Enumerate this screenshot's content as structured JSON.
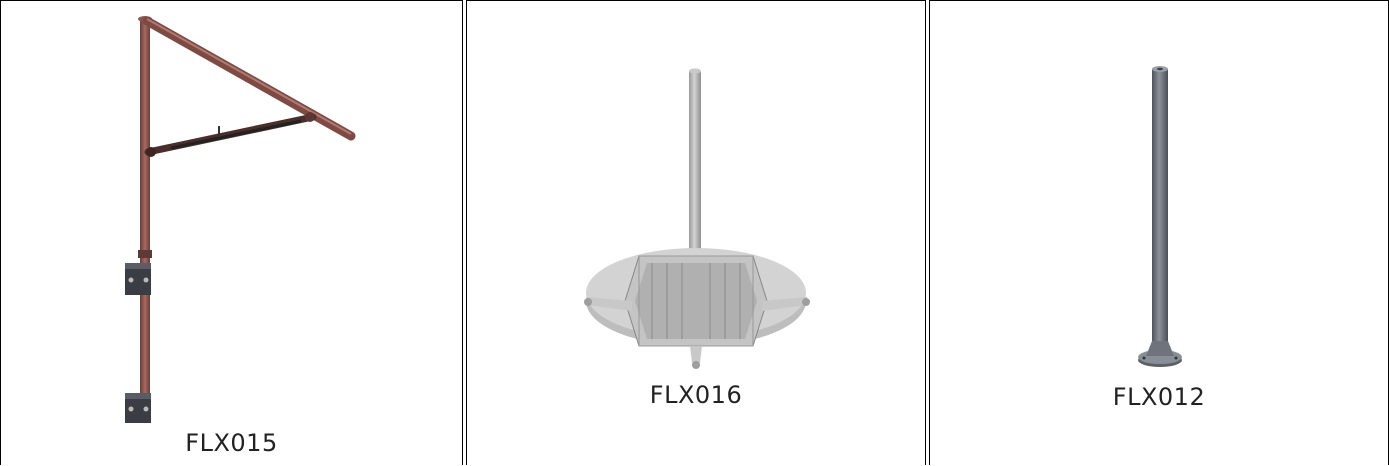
{
  "products": [
    {
      "label": "FLX015",
      "image": "wall-bracket-arm-drawing"
    },
    {
      "label": "FLX016",
      "image": "pole-with-modular-base-drawing"
    },
    {
      "label": "FLX012",
      "image": "pole-with-flange-base-drawing"
    }
  ],
  "colors": {
    "border": "#000000",
    "bracket": "#8a5650",
    "gray_pole": "#a8a8a8",
    "steel_pole": "#6e737b"
  }
}
